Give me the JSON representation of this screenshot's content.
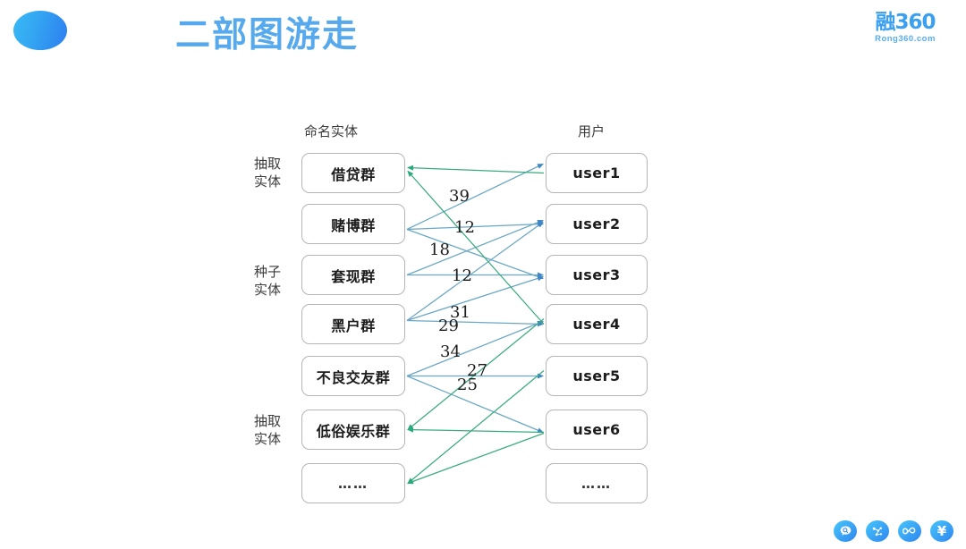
{
  "header": {
    "title": "二部图游走",
    "bullet_icon": "ellipse-bullet-icon",
    "title_color": "#56a9ec"
  },
  "logo": {
    "mark": "融360",
    "sub": "Rong360.com",
    "color": "#3aa0ef"
  },
  "diagram": {
    "columns": {
      "left_header": "命名实体",
      "right_header": "用户"
    },
    "side_labels": [
      {
        "text": "抽取\n实体",
        "line1": "抽取",
        "line2": "实体"
      },
      {
        "text": "种子\n实体",
        "line1": "种子",
        "line2": "实体"
      },
      {
        "text": "抽取\n实体",
        "line1": "抽取",
        "line2": "实体"
      }
    ],
    "left_nodes": [
      {
        "label": "借贷群"
      },
      {
        "label": "赌博群"
      },
      {
        "label": "套现群"
      },
      {
        "label": "黑户群"
      },
      {
        "label": "不良交友群"
      },
      {
        "label": "低俗娱乐群"
      },
      {
        "label": "……"
      }
    ],
    "right_nodes": [
      {
        "label": "user1"
      },
      {
        "label": "user2"
      },
      {
        "label": "user3"
      },
      {
        "label": "user4"
      },
      {
        "label": "user5"
      },
      {
        "label": "user6"
      },
      {
        "label": "……"
      }
    ],
    "edge_weights": [
      "39",
      "12",
      "18",
      "12",
      "31",
      "29",
      "34",
      "27",
      "25"
    ],
    "edge_colors": {
      "to_user": "#6aa7c4",
      "to_entity": "#3aab7e"
    }
  },
  "footer_icons": [
    {
      "name": "search-bubble-icon"
    },
    {
      "name": "network-graph-icon"
    },
    {
      "name": "infinity-icon"
    },
    {
      "name": "yen-currency-icon",
      "glyph": "¥"
    }
  ]
}
